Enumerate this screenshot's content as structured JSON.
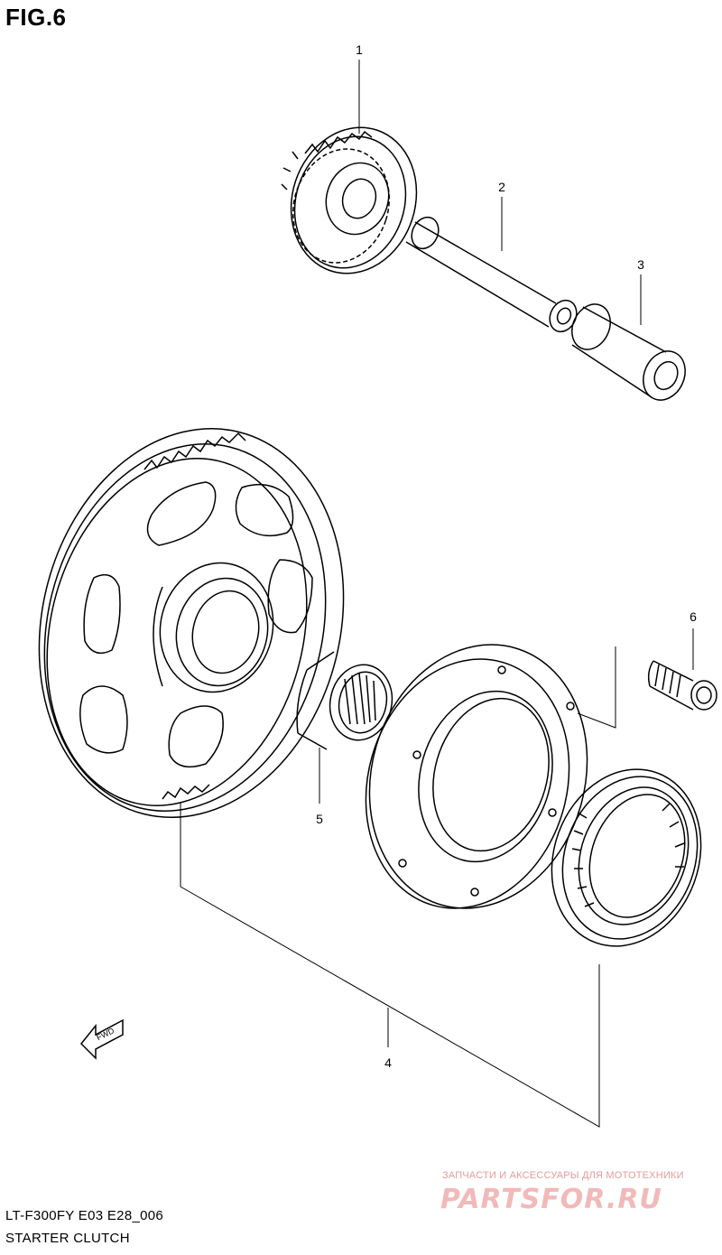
{
  "figure_title": "FIG.6",
  "parts": [
    {
      "number": "1"
    },
    {
      "number": "2"
    },
    {
      "number": "3"
    },
    {
      "number": "4"
    },
    {
      "number": "5"
    },
    {
      "number": "6"
    }
  ],
  "fwd_label": "FWD",
  "footer": {
    "model_code": "LT-F300FY E03 E28_006",
    "assembly_name": "STARTER CLUTCH"
  },
  "watermark": {
    "tagline": "ЗАПЧАСТИ И АКСЕССУАРЫ ДЛЯ МОТОТЕХНИКИ",
    "logo": "PARTSFOR.RU"
  }
}
